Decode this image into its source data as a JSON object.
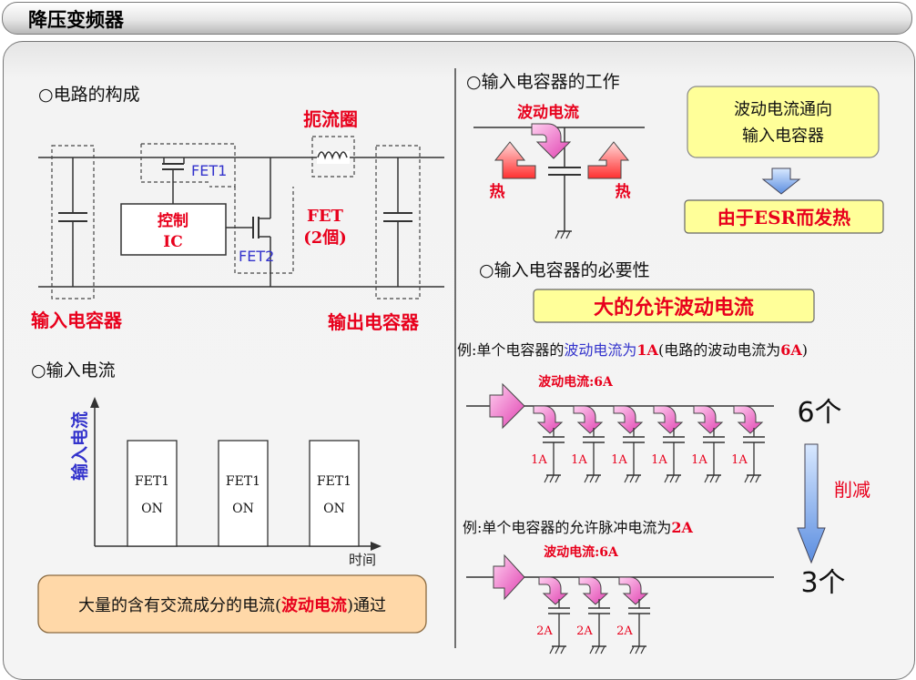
{
  "title": "降压变频器",
  "left": {
    "circuit_heading": "○电路的构成",
    "choke": "扼流圈",
    "fet1": "FET1",
    "fet2": "FET2",
    "control_ic_line1": "控制",
    "control_ic_line2": "IC",
    "fet_count_line1": "FET",
    "fet_count_line2": "(2個)",
    "input_cap": "输入电容器",
    "output_cap": "输出电容器",
    "current_heading": "○输入电流",
    "y_label": "输入电流",
    "x_label": "时间",
    "pulses": [
      {
        "name": "FET1",
        "state": "ON"
      },
      {
        "name": "FET1",
        "state": "ON"
      },
      {
        "name": "FET1",
        "state": "ON"
      }
    ],
    "note_prefix": "大量的含有交流成分的电流(",
    "note_highlight": "波动电流",
    "note_suffix": ")通过"
  },
  "right": {
    "work_heading": "○输入电容器的工作",
    "ripple_label": "波动电流",
    "heat_left": "热",
    "heat_right": "热",
    "box1_line1": "波动电流通向",
    "box1_line2": "输入电容器",
    "box2": "由于ESR而发热",
    "need_heading": "○输入电容器的必要性",
    "box3": "大的允许波动电流",
    "ex1_a": "例:单个电容器的",
    "ex1_b": "波动电流为",
    "ex1_c": "1A",
    "ex1_d": "(电路的波动电流为",
    "ex1_e": "6A",
    "ex1_f": ")",
    "ripple_6a": "波动电流:6A",
    "caps_top": [
      "1A",
      "1A",
      "1A",
      "1A",
      "1A",
      "1A"
    ],
    "count_top": "6个",
    "reduce": "削减",
    "ex2_a": "例:单个电容器的允许脉冲电流为",
    "ex2_b": "2A",
    "ripple_6a_b": "波动电流:6A",
    "caps_bottom": [
      "2A",
      "2A",
      "2A"
    ],
    "count_bottom": "3个"
  },
  "colors": {
    "red": "#e8001c",
    "blue": "#3333cc",
    "pink": "#ff66cc",
    "yellow": "#ffff99"
  }
}
